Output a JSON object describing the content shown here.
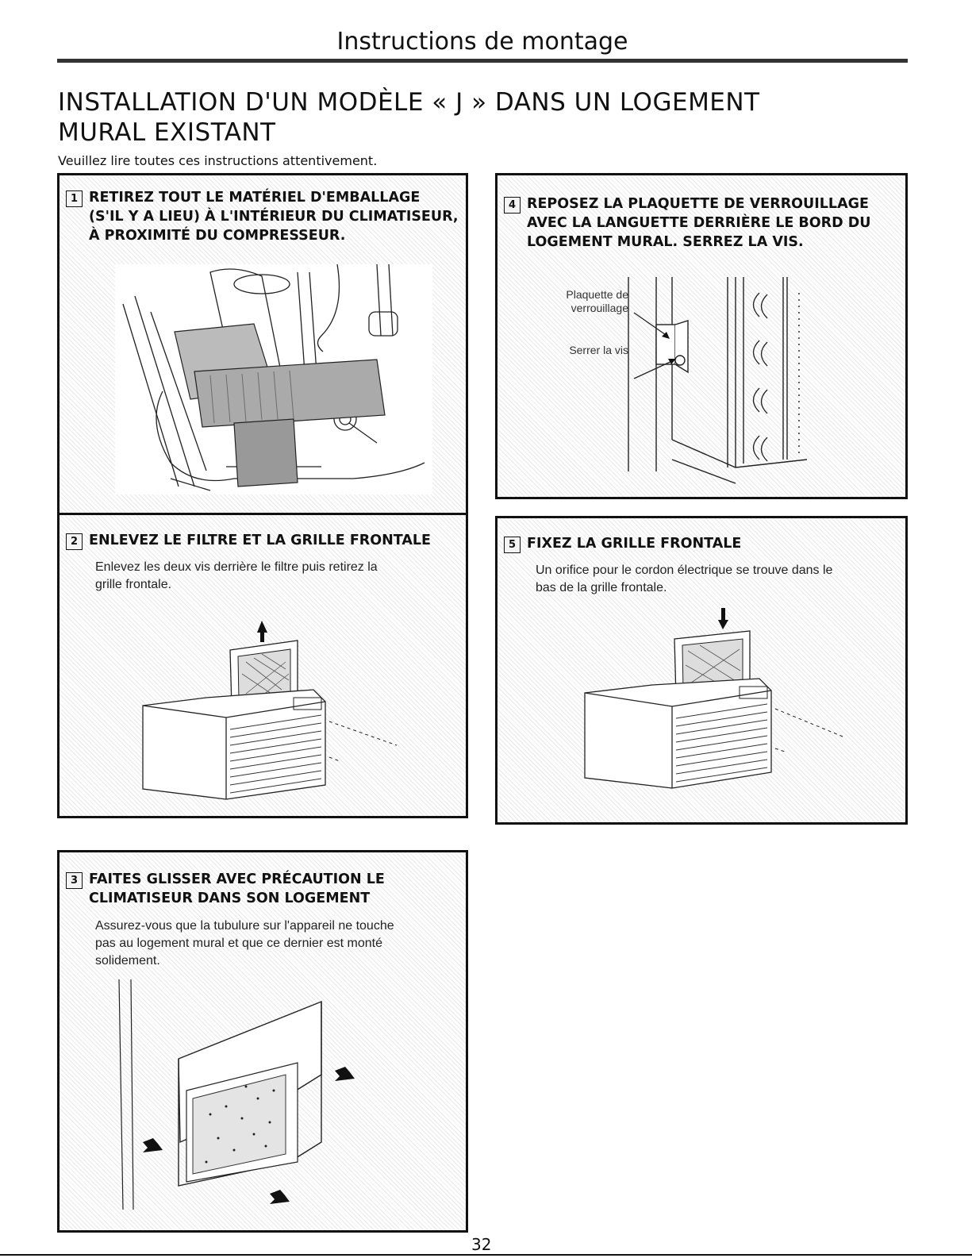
{
  "header": {
    "section": "Instructions de montage"
  },
  "title": {
    "line1": "INSTALLATION D'UN MODÈLE « J » DANS UN LOGEMENT",
    "line2": "MURAL EXISTANT"
  },
  "subtitle": "Veuillez lire toutes ces instructions attentivement.",
  "steps": [
    {
      "number": "1",
      "title_lines": [
        "RETIREZ TOUT LE MATÉRIEL D'EMBALLAGE",
        "(S'IL Y A LIEU) À L'INTÉRIEUR DU CLIMATISEUR,",
        "À PROXIMITÉ DU COMPRESSEUR."
      ],
      "body": ""
    },
    {
      "number": "2",
      "title_lines": [
        "ENLEVEZ LE FILTRE ET LA GRILLE FRONTALE"
      ],
      "body_lines": [
        "Enlevez les deux vis derrière le filtre puis retirez la",
        "grille frontale."
      ]
    },
    {
      "number": "3",
      "title_lines": [
        "FAITES GLISSER AVEC PRÉCAUTION LE",
        "CLIMATISEUR DANS SON LOGEMENT"
      ],
      "body_lines": [
        "Assurez-vous que la tubulure sur l'appareil ne touche",
        "pas au logement mural et que ce dernier est monté",
        "solidement."
      ]
    },
    {
      "number": "4",
      "title_lines": [
        "REPOSEZ LA PLAQUETTE DE VERROUILLAGE",
        "AVEC LA LANGUETTE DERRIÈRE LE BORD DU",
        "LOGEMENT MURAL. SERREZ LA VIS."
      ],
      "labels": {
        "plate_line1": "Plaquette de",
        "plate_line2": "verrouillage",
        "screw": "Serrer la vis"
      }
    },
    {
      "number": "5",
      "title_lines": [
        "FIXEZ LA GRILLE FRONTALE"
      ],
      "body_lines": [
        "Un orifice pour le cordon électrique se trouve dans le",
        "bas de la grille frontale."
      ]
    }
  ],
  "page_number": "32"
}
